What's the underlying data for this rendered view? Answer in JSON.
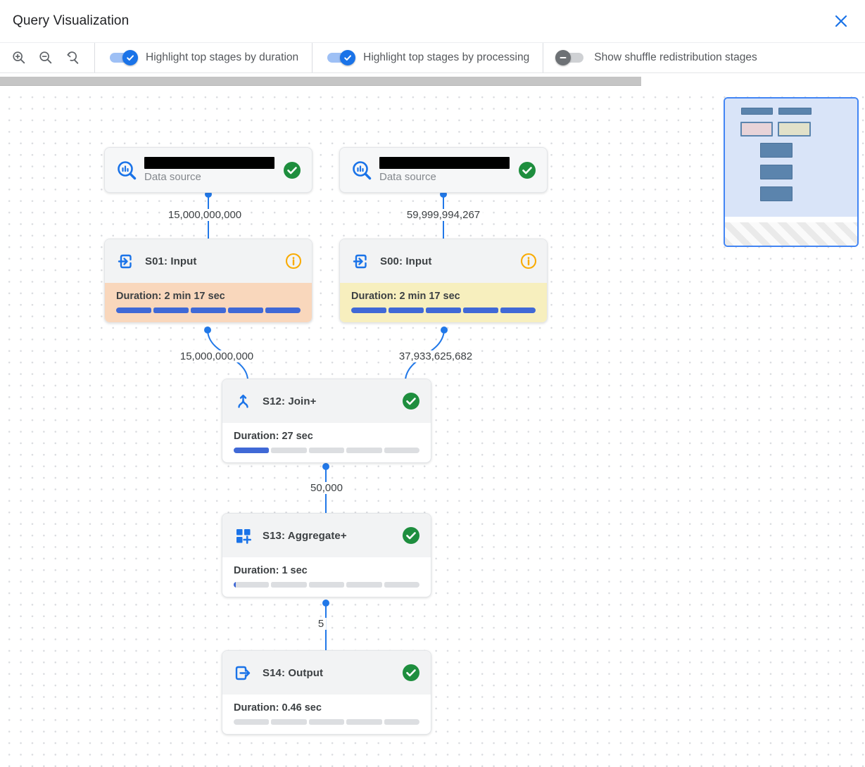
{
  "header": {
    "title": "Query Visualization"
  },
  "toolbar": {
    "zoom_controls": [
      {
        "name": "zoom-in"
      },
      {
        "name": "zoom-out"
      },
      {
        "name": "zoom-reset"
      }
    ],
    "toggles": [
      {
        "label": "Highlight top stages by duration",
        "state": "on"
      },
      {
        "label": "Highlight top stages by processing",
        "state": "on"
      },
      {
        "label": "Show shuffle redistribution stages",
        "state": "off"
      }
    ]
  },
  "colors": {
    "accent_blue": "#1a73e8",
    "progress_blue": "#4069d6",
    "success_green": "#1e8e3e",
    "info_orange": "#f9ab00",
    "highlight_duration": "#f9d7bc",
    "highlight_processing": "#f7efbe",
    "minimap_border": "#4285f4"
  },
  "graph": {
    "nodes": [
      {
        "id": "ds1",
        "kind": "data_source",
        "label": "Data source",
        "status": "success",
        "name_redacted": true
      },
      {
        "id": "ds2",
        "kind": "data_source",
        "label": "Data source",
        "status": "success",
        "name_redacted": true
      },
      {
        "id": "s01",
        "kind": "stage",
        "title": "S01: Input",
        "status": "info",
        "duration": "Duration: 2 min 17 sec",
        "progress": 1,
        "highlight": "duration"
      },
      {
        "id": "s00",
        "kind": "stage",
        "title": "S00: Input",
        "status": "info",
        "duration": "Duration: 2 min 17 sec",
        "progress": 1,
        "highlight": "processing"
      },
      {
        "id": "s12",
        "kind": "stage",
        "title": "S12: Join+",
        "status": "success",
        "duration": "Duration: 27 sec",
        "progress": 0.2,
        "highlight": "none"
      },
      {
        "id": "s13",
        "kind": "stage",
        "title": "S13: Aggregate+",
        "status": "success",
        "duration": "Duration: 1 sec",
        "progress": 0.012,
        "highlight": "none"
      },
      {
        "id": "s14",
        "kind": "stage",
        "title": "S14: Output",
        "status": "success",
        "duration": "Duration: 0.46 sec",
        "progress": 0,
        "highlight": "none"
      }
    ],
    "edge_labels": [
      "15,000,000,000",
      "59,999,994,267",
      "15,000,000,000",
      "37,933,625,682",
      "50,000",
      "5"
    ]
  }
}
